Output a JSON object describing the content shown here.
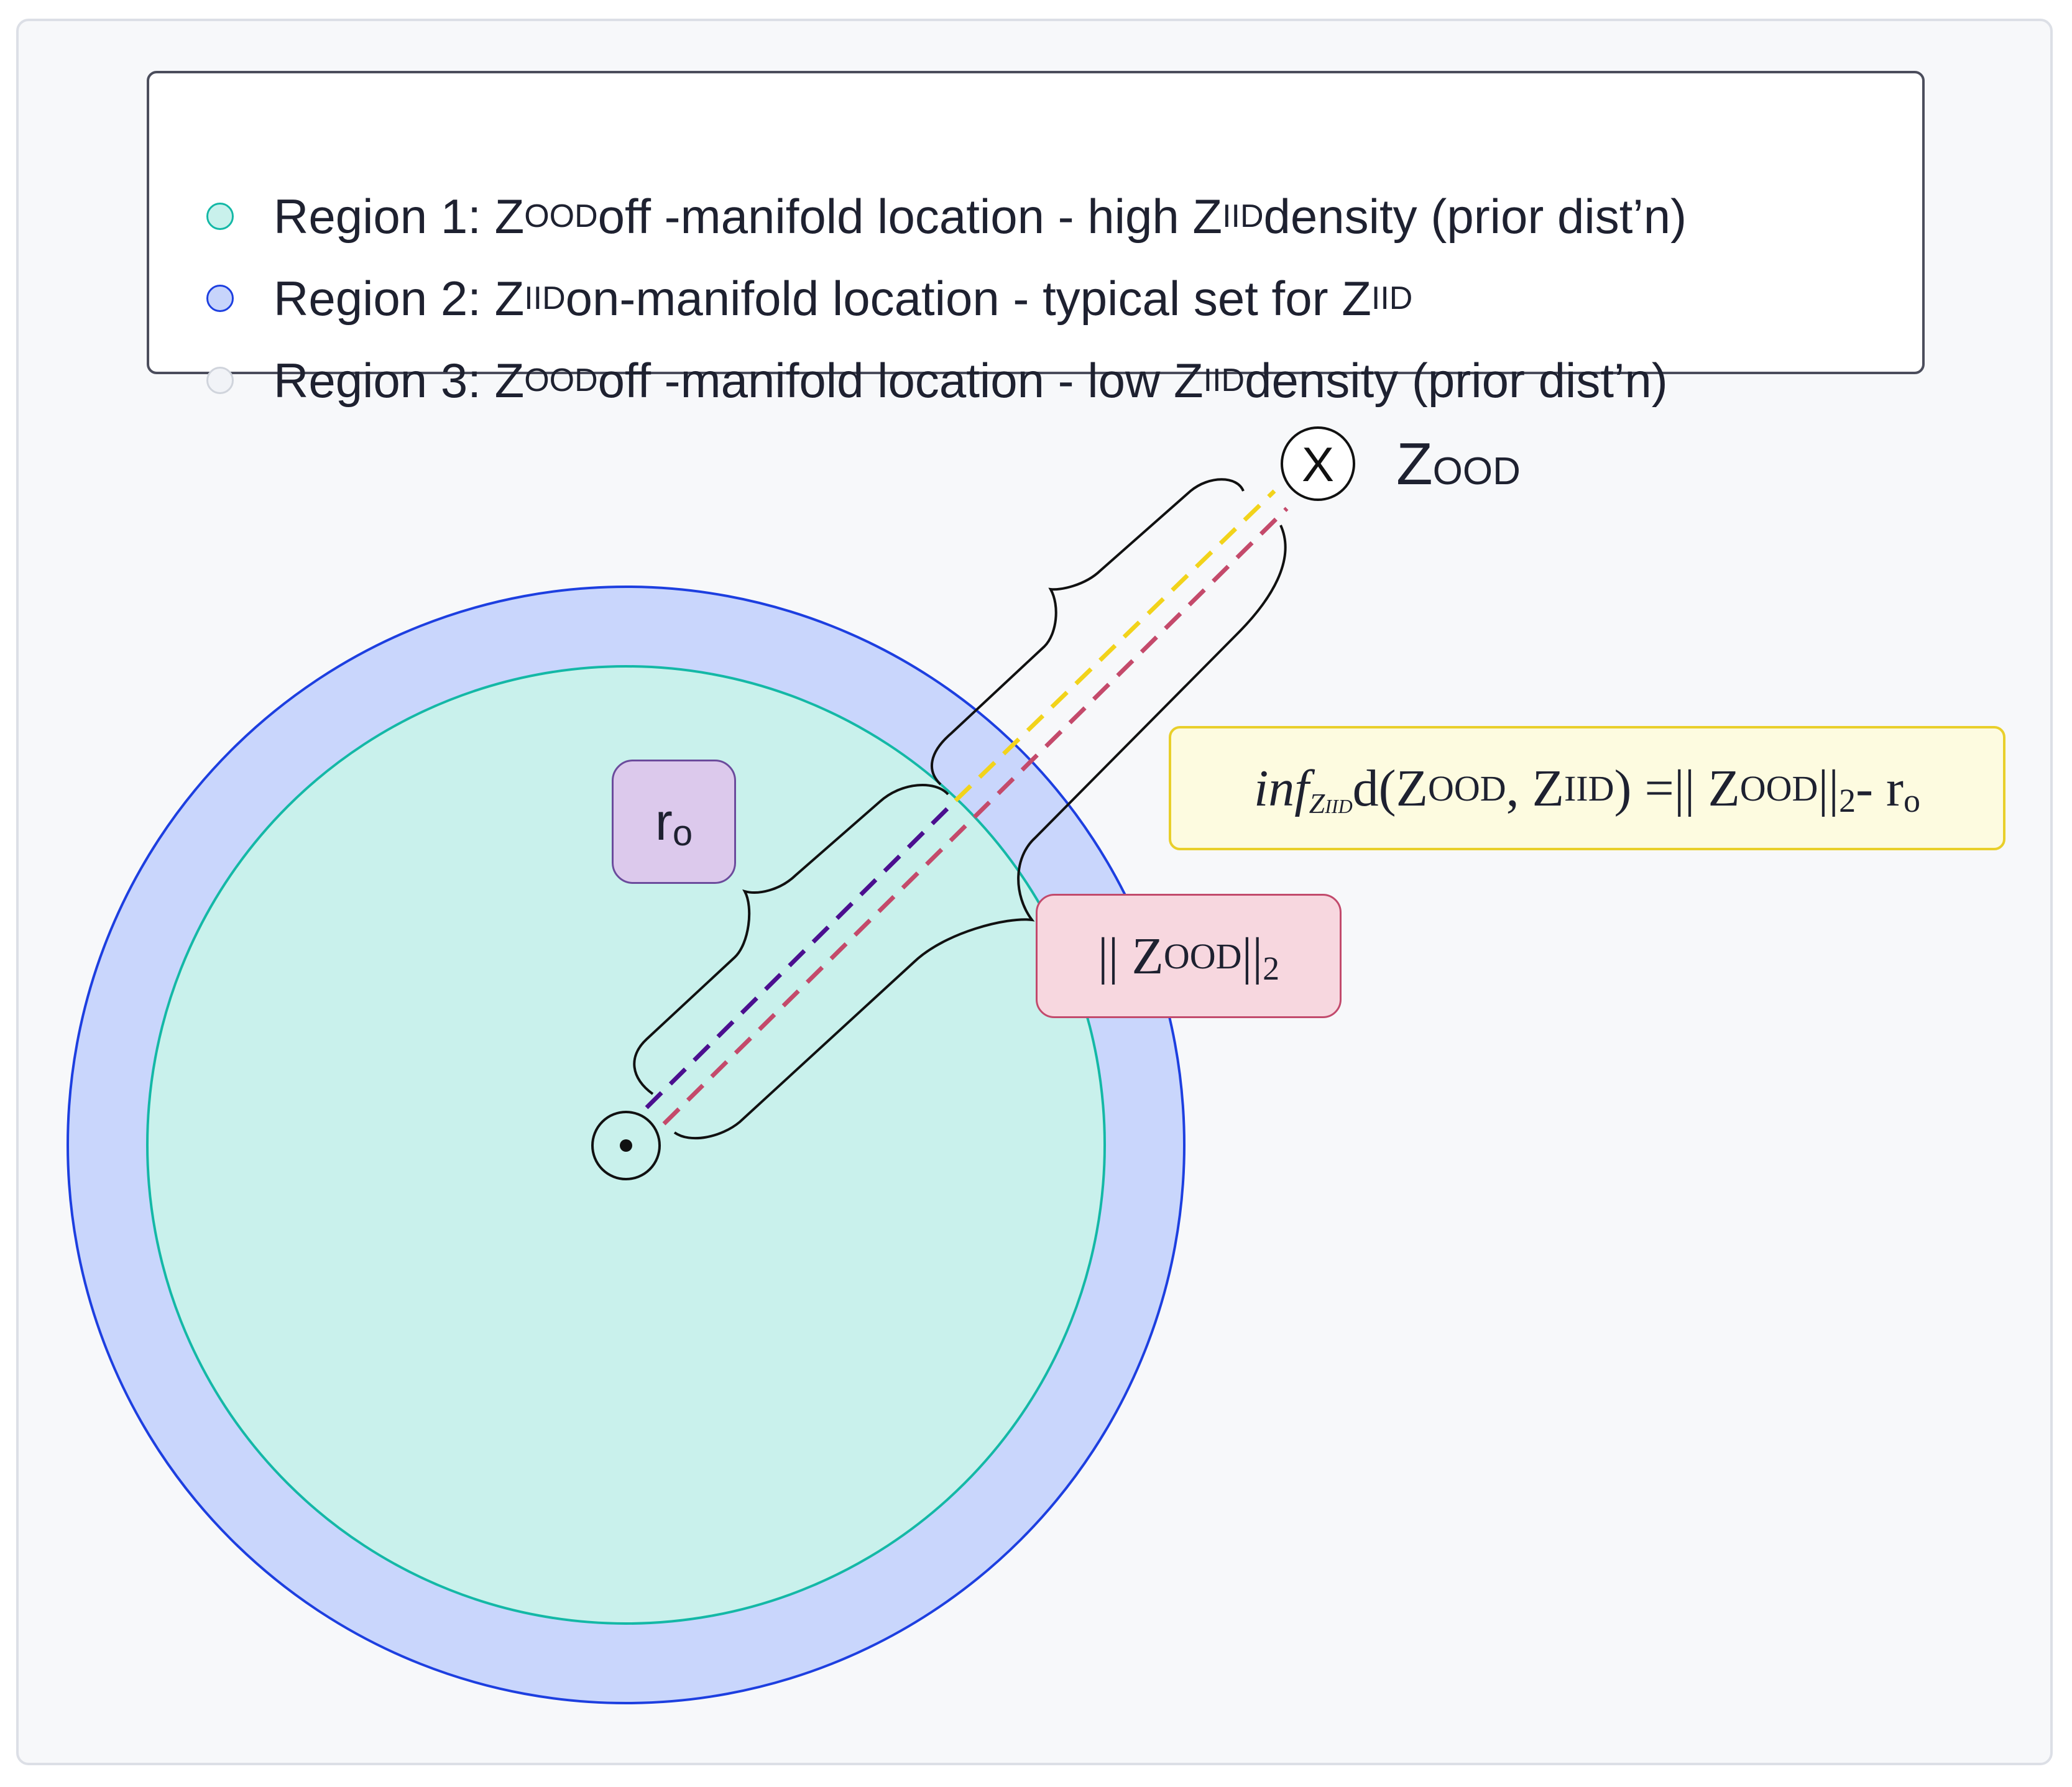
{
  "legend": {
    "items": [
      {
        "prefix": "Region 1: Z",
        "sub": "OOD",
        "middle": " off -manifold location - high Z",
        "sub2": "IID",
        "suffix": " density (prior dist’n)",
        "color": "#c9f1ec",
        "border": "#14b8a6"
      },
      {
        "prefix": "Region 2: Z",
        "sub": "IID",
        "middle": " on-manifold location - typical set for Z",
        "sub2": "IID",
        "suffix": "",
        "color": "#c7d4fb",
        "border": "#1d3fe0"
      },
      {
        "prefix": "Region 3: Z",
        "sub": "OOD",
        "middle": " off -manifold location - low Z",
        "sub2": "IID",
        "suffix": " density (prior dist’n)",
        "color": "#f1f3f7",
        "border": "#d0d4dc"
      }
    ]
  },
  "point": {
    "marker": "X",
    "label": "Z",
    "label_sub": "OOD"
  },
  "radius_box": {
    "main": "r",
    "sub": "o"
  },
  "norm_box": {
    "left": "|| Z",
    "sc": "OOD",
    "right": " ||",
    "sub": "2"
  },
  "inf_box": {
    "inf": "inf",
    "sub_z": "Z",
    "sub_z_sc": "IID",
    "d_open": "d(Z",
    "sc1": "OOD",
    "comma": ", Z",
    "sc2": "IID",
    "eq": ") =|| Z",
    "sc3": "OOD",
    "bars": " ||",
    "sub2": "2",
    "minus": "- r",
    "sub_o": "o"
  },
  "colors": {
    "outer_ring": "#c9d6fc",
    "outer_ring_stroke": "#1d3fe0",
    "inner_disk": "#c9f1ec",
    "inner_disk_stroke": "#14b8a6",
    "dash_yellow": "#f2d31b",
    "dash_purple": "#4b0f8f",
    "dash_red": "#c44a6b"
  }
}
